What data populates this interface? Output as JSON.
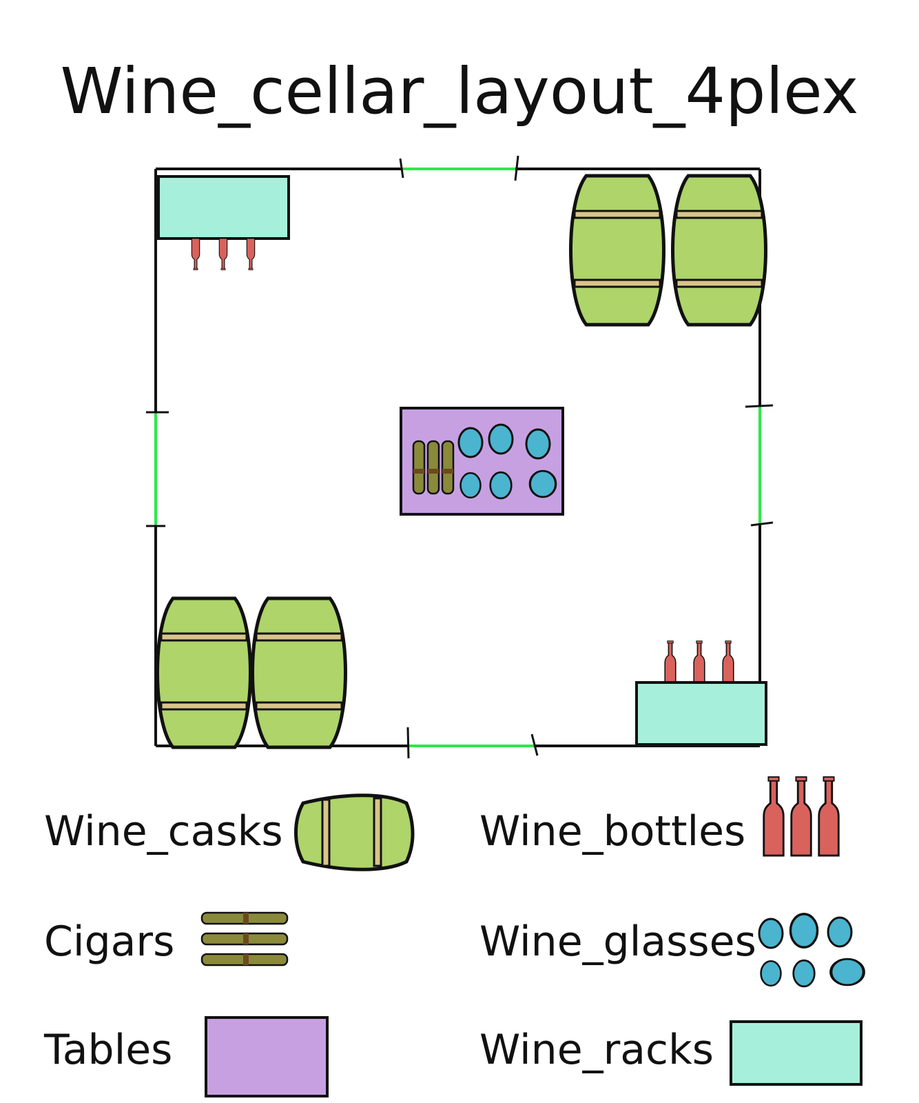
{
  "title": "Wine_cellar_layout_4plex",
  "colors": {
    "cask": "#aed46a",
    "cask_band": "#d9c48a",
    "bottle": "#d9625d",
    "cigar": "#8a8a3a",
    "cigar_band": "#6b4a1e",
    "glass": "#4bb4cf",
    "table": "#c7a0e2",
    "rack": "#a6f0db",
    "door": "#2ee84a",
    "outline": "#111111"
  },
  "legend": [
    {
      "label": "Wine_casks",
      "icon": "wine-cask-icon"
    },
    {
      "label": "Wine_bottles",
      "icon": "wine-bottle-icon"
    },
    {
      "label": "Cigars",
      "icon": "cigar-icon"
    },
    {
      "label": "Wine_glasses",
      "icon": "wine-glass-icon"
    },
    {
      "label": "Tables",
      "icon": "table-icon"
    },
    {
      "label": "Wine_racks",
      "icon": "wine-rack-icon"
    }
  ]
}
